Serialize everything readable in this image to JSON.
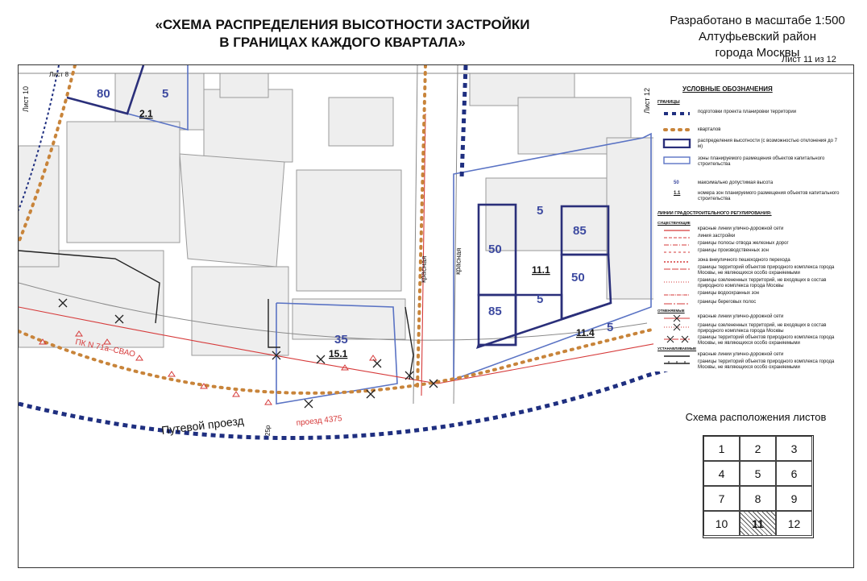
{
  "header": {
    "title_line1": "«СХЕМА РАСПРЕДЕЛЕНИЯ ВЫСОТНОСТИ ЗАСТРОЙКИ",
    "title_line2": "В ГРАНИЦАХ КАЖДОГО КВАРТАЛА»",
    "scale_line1": "Разработано в масштабе 1:500",
    "scale_line2": "Алтуфьевский район",
    "scale_line3": "города Москвы",
    "sheet": "Лист 11 из 12"
  },
  "map": {
    "sheet_left": "Лист 10",
    "sheet_top": "Лист 8",
    "sheet_right": "Лист 12",
    "street_main": "Путевой проезд",
    "street_secondary": "проезд 4375",
    "pk_label": "ПК N 71а–СВАО",
    "red_line_label_a": "красная",
    "red_line_label_b": "красная",
    "dim_label": "25р",
    "zones": [
      {
        "height": "80"
      },
      {
        "height": "5"
      },
      {
        "height": "50"
      },
      {
        "height": "5"
      },
      {
        "height": "85"
      },
      {
        "height": "50"
      },
      {
        "height": "85"
      },
      {
        "height": "5"
      },
      {
        "height": "35"
      },
      {
        "height": "5"
      }
    ],
    "zone_ids": [
      "2.1",
      "11.1",
      "11.4",
      "15.1"
    ]
  },
  "legend": {
    "title": "УСЛОВНЫЕ ОБОЗНАЧЕНИЯ",
    "group_bounds": "ГРАНИЦЫ",
    "items_bounds": [
      "подготовки проекта планировки территории",
      "кварталов",
      "распределения высотности (с возможностью отклонения до 7 м)",
      "зоны планируемого размещения объектов капитального строительства"
    ],
    "max_height_num": "50",
    "max_height_txt": "максимально допустимая высота",
    "zone_num": "1.1",
    "zone_txt": "номера зон планируемого размещения объектов капитального строительства",
    "group_lines": "ЛИНИИ ГРАДОСТРОИТЕЛЬНОГО РЕГУЛИРОВАНИЯ:",
    "sub_existing": "СУЩЕСТВУЮЩИЕ",
    "items_existing": [
      "красные линии улично-дорожной сети",
      "линия застройки",
      "границы полосы отвода железных дорог",
      "границы производственных зон",
      "зона внеуличного пешеходного перехода",
      "границы территорий объектов природного комплекса города Москвы, не являющихся особо охраняемыми",
      "границы озелененных территорий, не входящих в состав природного комплекса города Москвы",
      "границы водоохранных зон",
      "границы береговых полос"
    ],
    "sub_cancelled": "ОТМЕНЯЕМЫЕ",
    "items_cancelled": [
      "красные линии улично-дорожной сети",
      "границы озелененных территорий, не входящих в состав природного комплекса города Москвы",
      "границы территорий объектов природного комплекса города Москвы, не являющихся особо охраняемыми"
    ],
    "sub_established": "УСТАНАВЛИВАЕМЫЕ",
    "items_established": [
      "красные линии улично-дорожной сети",
      "границы территорий объектов природного комплекса города Москвы, не являющихся особо охраняемыми"
    ]
  },
  "minimap": {
    "title": "Схема расположения листов",
    "cells": [
      "1",
      "2",
      "3",
      "4",
      "5",
      "6",
      "7",
      "8",
      "9",
      "10",
      "11",
      "12"
    ],
    "active": "11"
  },
  "colors": {
    "zone_border": "#2a2f7a",
    "red_line": "#d63a3a",
    "blue_zone": "#5a73c4",
    "quarter_dots": "#c8843a",
    "planning_dots": "#1f2f80",
    "building_fill": "#eeeeee",
    "building_stroke": "#9a9a9a"
  }
}
